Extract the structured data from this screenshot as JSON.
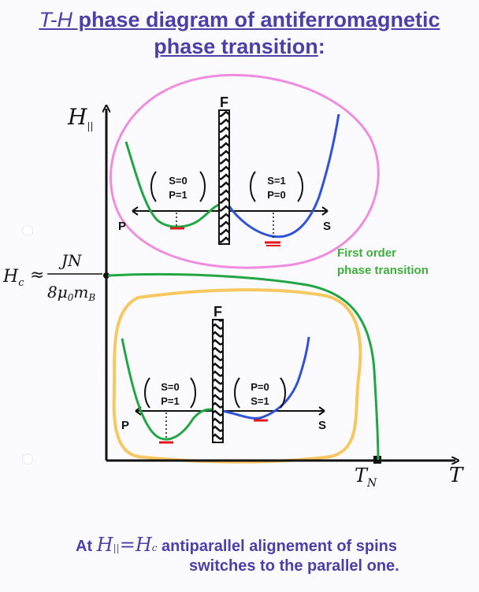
{
  "title": {
    "line1_italic": "T-H",
    "line1_rest": " phase diagram of antiferromagnetic",
    "line2": "phase transition",
    "line2_colon": ":"
  },
  "axes": {
    "y_label": "H",
    "y_label_sub": "||",
    "x_label": "T",
    "hc_lhs": "H",
    "hc_lhs_sub": "c",
    "hc_approx": "≈",
    "hc_num": "JN",
    "hc_den_a": "8μ",
    "hc_den_b": "0",
    "hc_den_c": "m",
    "hc_den_d": "B",
    "tn_label": "T",
    "tn_sub": "N"
  },
  "annotation": {
    "line1": "First order",
    "line2": "phase transition"
  },
  "top_inset": {
    "f_label": "F",
    "p_label": "P",
    "s_label": "S",
    "state_left_a": "S=0",
    "state_left_b": "P=1",
    "state_right_a": "S=1",
    "state_right_b": "P=0"
  },
  "bottom_inset": {
    "f_label": "F",
    "p_label": "P",
    "s_label": "S",
    "state_left_a": "S=0",
    "state_left_b": "P=1",
    "state_right_a": "P=0",
    "state_right_b": "S=1"
  },
  "footer": {
    "at": "At",
    "h": "H",
    "h_sub": "||",
    "eq": "=",
    "hc": "H",
    "hc_sub": "c",
    "text1": "antiparallel alignement of spins",
    "text2": "switches to the parallel one."
  },
  "colors": {
    "title": "#4b3fa8",
    "pink": "#f08ce0",
    "yellow": "#f8c860",
    "green": "#22a644",
    "blue": "#2f52d6",
    "red": "#e01a1a",
    "axis": "#111111",
    "annotation": "#3fae3a"
  }
}
